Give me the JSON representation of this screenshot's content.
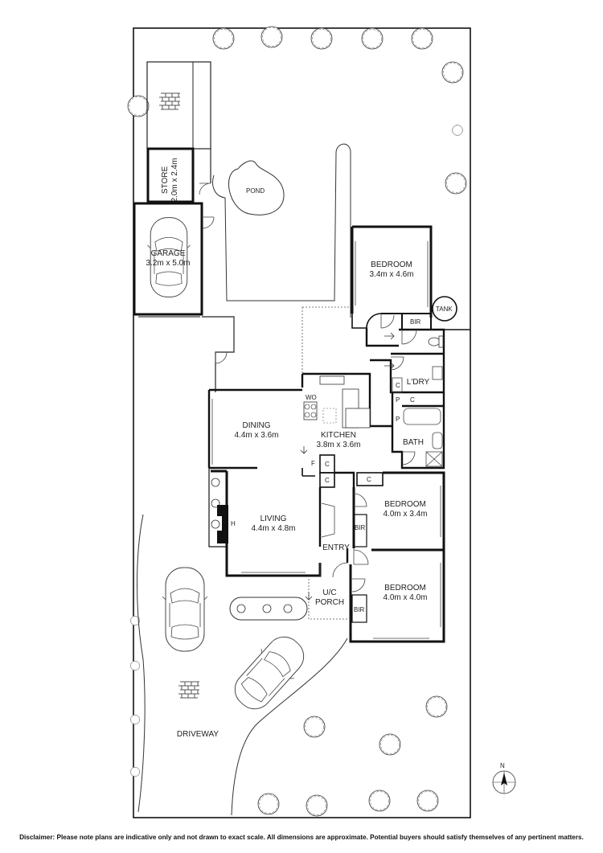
{
  "rooms": {
    "store": {
      "name": "STORE",
      "dim": "2.0m x 2.4m"
    },
    "garage": {
      "name": "GARAGE",
      "dim": "3.2m x 5.0m"
    },
    "pond": {
      "name": "POND"
    },
    "bedroom1": {
      "name": "BEDROOM",
      "dim": "3.4m x 4.6m"
    },
    "tank": {
      "name": "TANK"
    },
    "bir1": {
      "name": "BIR"
    },
    "laundry": {
      "name": "L'DRY"
    },
    "dining": {
      "name": "DINING",
      "dim": "4.4m x 3.6m"
    },
    "kitchen": {
      "name": "KITCHEN",
      "dim": "3.8m x 3.6m"
    },
    "bath": {
      "name": "BATH"
    },
    "living": {
      "name": "LIVING",
      "dim": "4.4m x 4.8m"
    },
    "bedroom2": {
      "name": "BEDROOM",
      "dim": "4.0m x 3.4m"
    },
    "bir2": {
      "name": "BIR"
    },
    "entry": {
      "name": "ENTRY"
    },
    "porch": {
      "name": "U/C\nPORCH",
      "line1": "U/C",
      "line2": "PORCH"
    },
    "bedroom3": {
      "name": "BEDROOM",
      "dim": "4.0m x 4.0m"
    },
    "bir3": {
      "name": "BIR"
    },
    "driveway": {
      "name": "DRIVEWAY"
    }
  },
  "fixture_labels": {
    "wo": "WO",
    "f": "F",
    "h": "H",
    "c": "C",
    "p": "P"
  },
  "compass": {
    "label": "N"
  },
  "disclaimer": "Disclaimer: Please note plans are indicative only and not drawn to exact scale. All dimensions are approximate. Potential buyers should satisfy themselves of any pertinent matters."
}
